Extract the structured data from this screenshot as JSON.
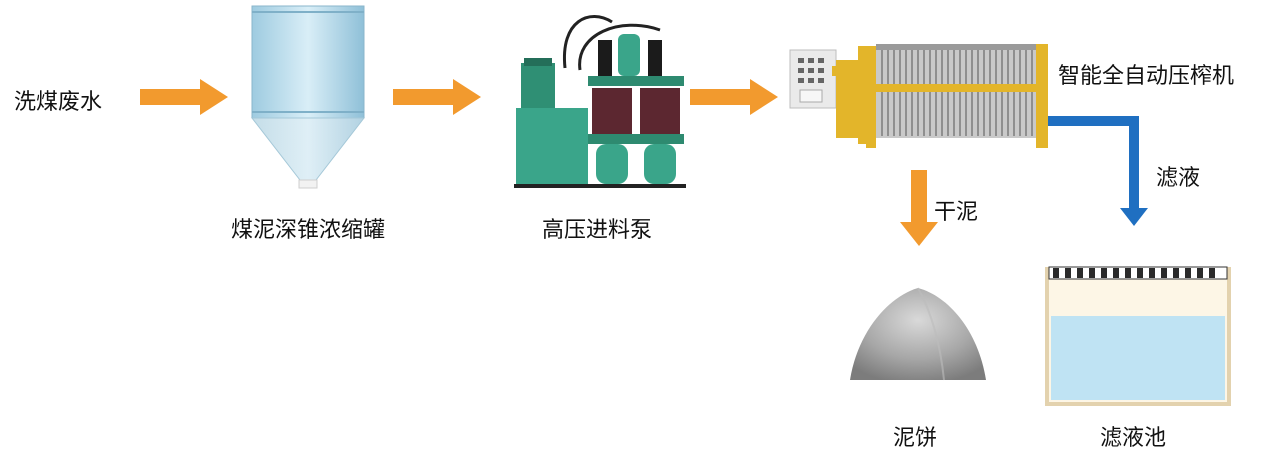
{
  "labels": {
    "input": "洗煤废水",
    "thickener": "煤泥深锥浓缩罐",
    "pump": "高压进料泵",
    "press": "智能全自动压榨机",
    "dry_mud": "干泥",
    "filtrate": "滤液",
    "cake": "泥饼",
    "pool": "滤液池"
  },
  "colors": {
    "arrow_orange": "#f29a2e",
    "arrow_blue": "#1f6fc1",
    "press_yellow": "#e3b52a",
    "pump_green": "#3aa58a",
    "tank_blue": "#b7dbe9",
    "pool_water": "#bfe3f3"
  }
}
